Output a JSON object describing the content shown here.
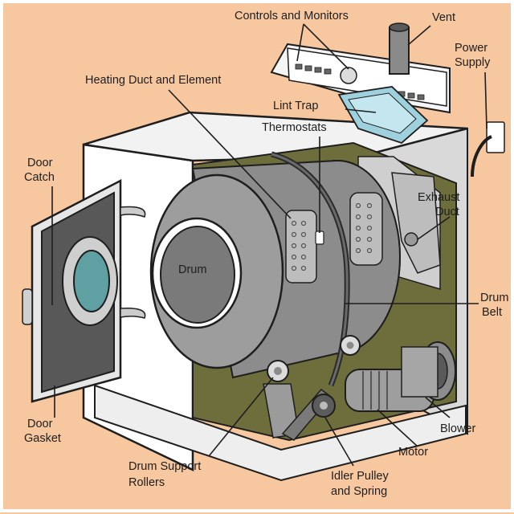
{
  "colors": {
    "background": "#f7c7a0",
    "frame": "#ffffff",
    "panel": "#ececec",
    "drum": "#8c8c8c",
    "cavity": "#6e6e3c",
    "glass": "#5fa0a3",
    "lint_trap": "#9fd0de"
  },
  "labels": {
    "controls": "Controls and Monitors",
    "vent": "Vent",
    "power_1": "Power",
    "power_2": "Supply",
    "heating": "Heating Duct and Element",
    "lint_trap": "Lint Trap",
    "thermostats": "Thermostats",
    "door_catch_1": "Door",
    "door_catch_2": "Catch",
    "exhaust_1": "Exhaust",
    "exhaust_2": "Duct",
    "drum": "Drum",
    "drum_belt_1": "Drum",
    "drum_belt_2": "Belt",
    "door_gasket_1": "Door",
    "door_gasket_2": "Gasket",
    "blower": "Blower",
    "motor": "Motor",
    "rollers_1": "Drum Support",
    "rollers_2": "Rollers",
    "idler_1": "Idler Pulley",
    "idler_2": "and Spring"
  }
}
